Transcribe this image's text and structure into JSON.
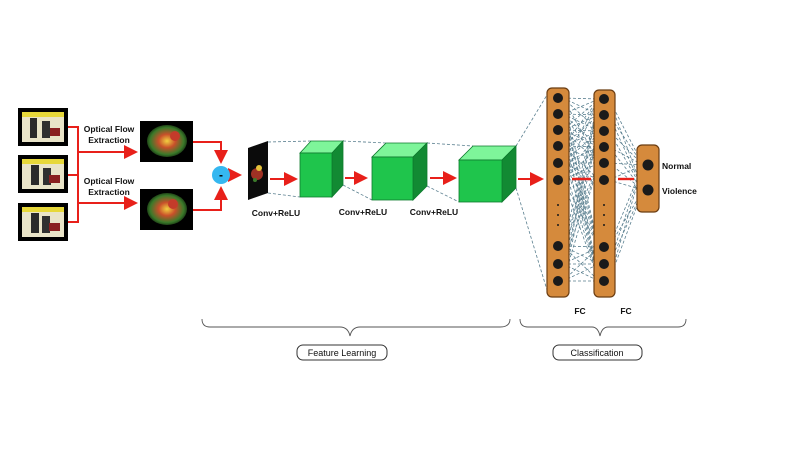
{
  "flow": {
    "extract_top": [
      "Optical Flow",
      "Extraction"
    ],
    "extract_bottom": [
      "Optical Flow",
      "Extraction"
    ],
    "subtract_symbol": "-"
  },
  "conv": {
    "label_1": "Conv+ReLU",
    "label_2": "Conv+ReLU",
    "label_3": "Conv+ReLU"
  },
  "fc": {
    "label_1": "FC",
    "label_2": "FC"
  },
  "output": {
    "class_1": "Normal",
    "class_2": "Violence"
  },
  "sections": {
    "feature": "Feature Learning",
    "classification": "Classification"
  },
  "colors": {
    "arrow": "#e8201a",
    "cube_front": "#1fc54c",
    "cube_top": "#7ef59a",
    "cube_side": "#128a33",
    "fc_fill": "#d58a3c",
    "fc_stroke": "#6b3d12",
    "subtract": "#35b7f0",
    "dashed": "#5a7f8f"
  }
}
